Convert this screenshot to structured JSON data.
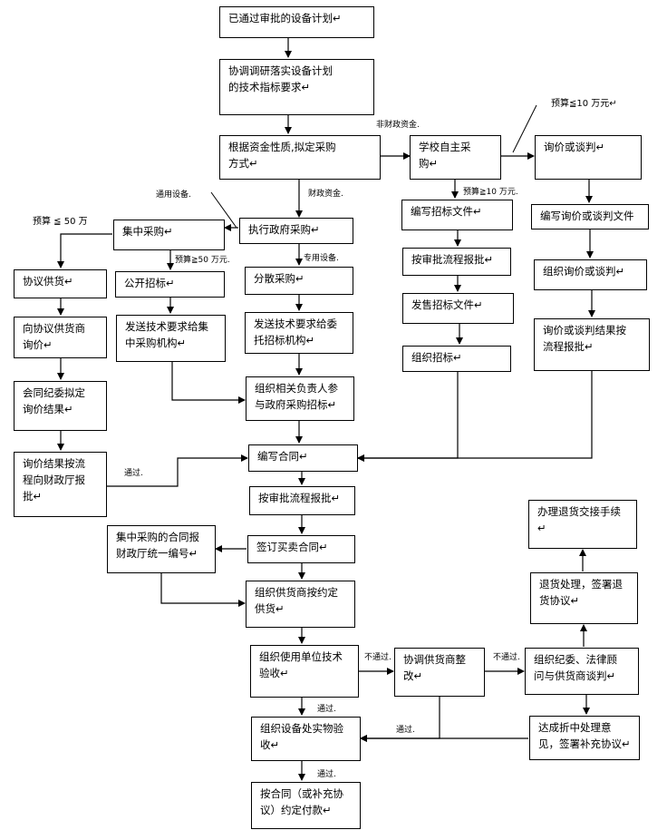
{
  "nodes": {
    "n_approved": "已通过审批的设备计划↵",
    "n_coordinate": "协调调研落实设备计划\n的技术指标要求↵",
    "n_method": "根据资金性质,拟定采购\n方式↵",
    "n_school": "学校自主采\n购↵",
    "n_inquiry": "询价或谈判↵",
    "n_gov": "执行政府采购↵",
    "n_central": "集中采购↵",
    "n_prep_bid": "编写招标文件↵",
    "n_prep_inq": "编写询价或谈判文件↵",
    "n_review1": "按审批流程报批↵",
    "n_org_inq": "组织询价或谈判↵",
    "n_sell_bid": "发售招标文件↵",
    "n_inq_result": "询价或谈判结果按\n流程报批↵",
    "n_org_bid": "组织招标↵",
    "n_agree": "协议供货↵",
    "n_open": "公开招标↵",
    "n_scatter": "分散采购↵",
    "n_ask_supplier": "向协议供货商\n询价↵",
    "n_send_central": "发送技术要求给集\n中采购机构↵",
    "n_send_agent": "发送技术要求给委\n托招标机构↵",
    "n_confirm": "会同纪委拟定\n询价结果↵",
    "n_org_people": "组织相关负责人参\n与政府采购招标↵",
    "n_report_fin": "询价结果按流\n程向财政厅报\n批↵",
    "n_contract": "编写合同↵",
    "n_review2": "按审批流程报批↵",
    "n_return_done": "办理退货交接手续↵",
    "n_central_num": "集中采购的合同报\n财政厅统一编号↵",
    "n_sign": "签订买卖合同↵",
    "n_return": "退货处理，签署退\n货协议↵",
    "n_deliver": "组织供货商按约定\n供货↵",
    "n_tech_check": "组织使用单位技术\n验收↵",
    "n_rectify": "协调供货商整\n改↵",
    "n_negotiate": "组织纪委、法律顾\n问与供货商谈判↵",
    "n_phys_check": "组织设备处实物验\n收↵",
    "n_settle": "达成折中处理意\n见，签署补充协议↵",
    "n_pay": "按合同（或补充协\n议）约定付款↵"
  },
  "labels": {
    "l_budget_school": "预算≦10 万元↵",
    "l_nonfiscal": "非财政资金.",
    "l_common": "通用设备.",
    "l_fiscal": "财政资金.",
    "l_budget_bid": "预算≧10 万元.",
    "l_budget_le50": "预算 ≦ 50  万",
    "l_budget_ge50": "预算≧50 万元.",
    "l_special": "专用设备.",
    "l_pass_fin": "通过.",
    "l_fail1": "不通过.",
    "l_fail2": "不通过.",
    "l_pass_tech": "通过.",
    "l_pass_rectify": "通过.",
    "l_pass_phys": "通过."
  },
  "colors": {
    "line": "#000000",
    "background": "#ffffff"
  }
}
